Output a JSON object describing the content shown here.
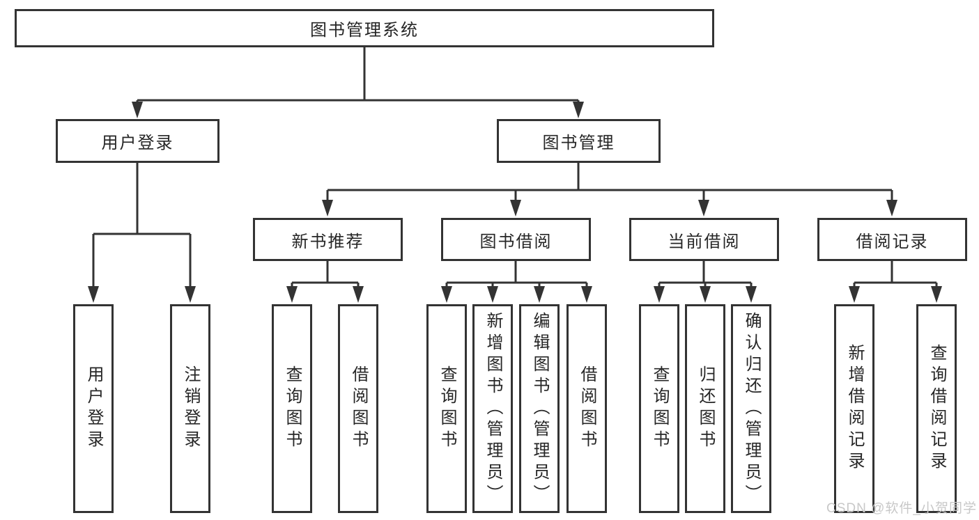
{
  "nodes": {
    "root": "图书管理系统",
    "user_login": "用户登录",
    "book_management": "图书管理",
    "new_book_recommend": "新书推荐",
    "book_borrow": "图书借阅",
    "current_borrow": "当前借阅",
    "borrow_record": "借阅记录",
    "leaf_user_login": "用户登录",
    "leaf_logout": "注销登录",
    "leaf_recommend_query_book": "查询图书",
    "leaf_recommend_borrow_book": "借阅图书",
    "leaf_borrow_query_book": "查询图书",
    "leaf_borrow_add_book": "新增图书（管理员）",
    "leaf_borrow_edit_book": "编辑图书（管理员）",
    "leaf_borrow_borrow_book": "借阅图书",
    "leaf_current_query_book": "查询图书",
    "leaf_current_return_book": "归还图书",
    "leaf_current_confirm_return": "确认归还（管理员）",
    "leaf_record_add": "新增借阅记录",
    "leaf_record_query": "查询借阅记录"
  },
  "watermark": "CSDN @软件_小贺同学",
  "colors": {
    "line": "#333333",
    "box_border": "#333333",
    "text": "#262626",
    "watermark": "#c8c8c8",
    "background": "#ffffff"
  }
}
